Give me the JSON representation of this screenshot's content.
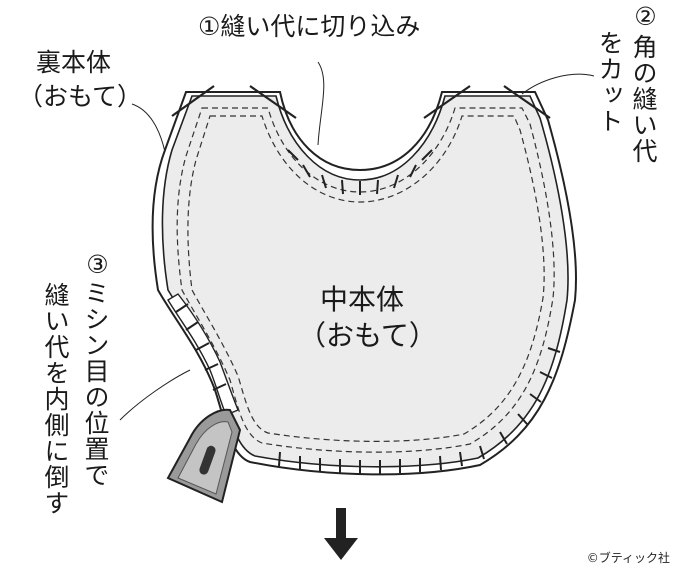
{
  "labels": {
    "step1": "①縫い代に切り込み",
    "step2_num": "②",
    "step2_col1": "角の縫い代",
    "step2_col2": "をカット",
    "step3_num": "③",
    "step3_col1": "ミシン目の位置で",
    "step3_col2": "縫い代を内側に倒す",
    "back_body_line1": "裏本体",
    "back_body_line2": "（おもて）",
    "center_line1": "中本体",
    "center_line2": "（おもて）",
    "credit": "©ブティック社"
  },
  "colors": {
    "fabric_fill": "#ececec",
    "outline": "#222222",
    "iron_fill": "#9a9a9a"
  },
  "icons": {
    "iron": "iron-icon",
    "arrow": "arrow-down-icon"
  }
}
